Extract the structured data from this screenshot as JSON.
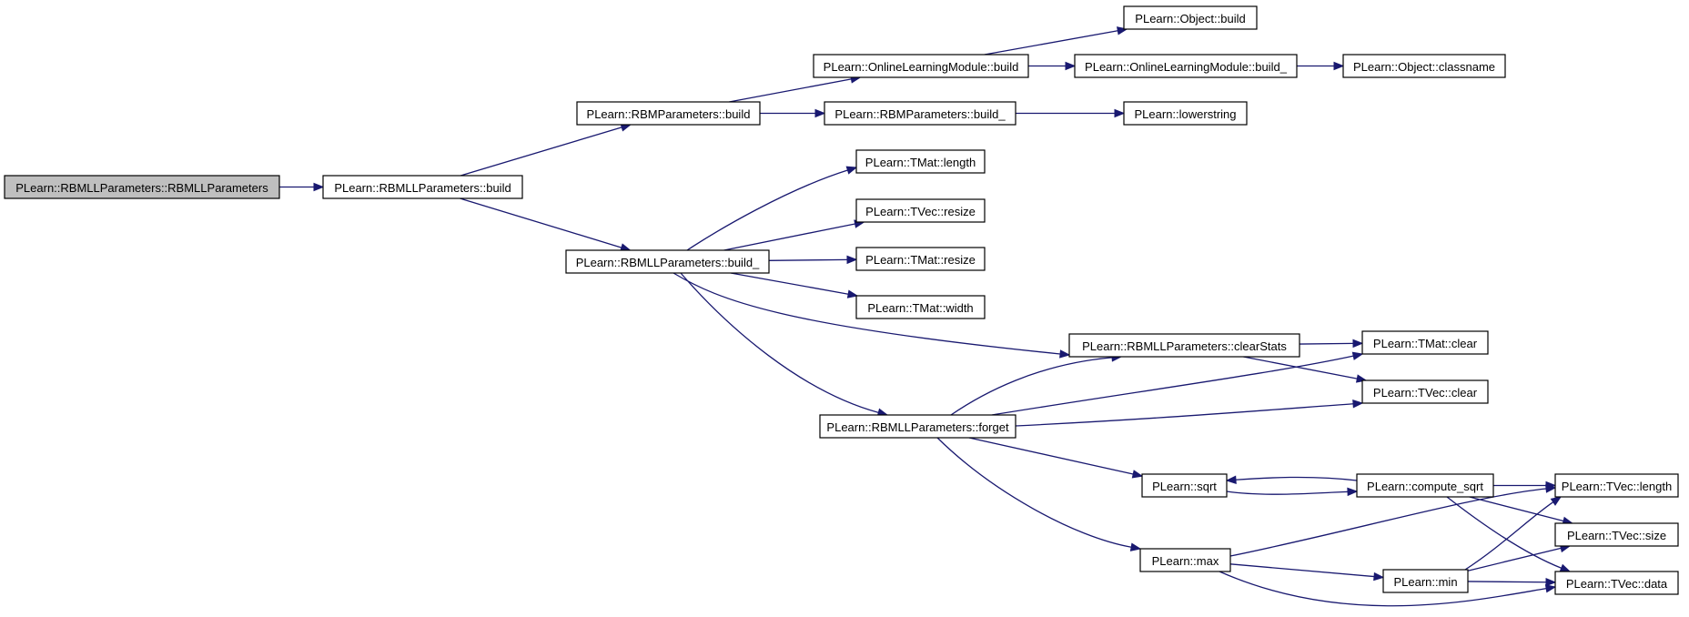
{
  "diagram": {
    "colors": {
      "edge": "#191970",
      "current_node_fill": "#bfbfbf",
      "node_fill": "#ffffff"
    },
    "nodes": [
      {
        "id": "n0",
        "label": "PLearn::RBMLLParameters::RBMLLParameters",
        "current": true
      },
      {
        "id": "n1",
        "label": "PLearn::RBMLLParameters::build"
      },
      {
        "id": "n2",
        "label": "PLearn::RBMParameters::build"
      },
      {
        "id": "n3",
        "label": "PLearn::RBMLLParameters::build_"
      },
      {
        "id": "n4",
        "label": "PLearn::OnlineLearningModule::build"
      },
      {
        "id": "n5",
        "label": "PLearn::RBMParameters::build_"
      },
      {
        "id": "n6",
        "label": "PLearn::Object::build"
      },
      {
        "id": "n7",
        "label": "PLearn::OnlineLearningModule::build_"
      },
      {
        "id": "n8",
        "label": "PLearn::Object::classname"
      },
      {
        "id": "n9",
        "label": "PLearn::lowerstring"
      },
      {
        "id": "n10",
        "label": "PLearn::TMat::length"
      },
      {
        "id": "n11",
        "label": "PLearn::TVec::resize"
      },
      {
        "id": "n12",
        "label": "PLearn::TMat::resize"
      },
      {
        "id": "n13",
        "label": "PLearn::TMat::width"
      },
      {
        "id": "n14",
        "label": "PLearn::RBMLLParameters::clearStats"
      },
      {
        "id": "n15",
        "label": "PLearn::RBMLLParameters::forget"
      },
      {
        "id": "n16",
        "label": "PLearn::TMat::clear"
      },
      {
        "id": "n17",
        "label": "PLearn::TVec::clear"
      },
      {
        "id": "n18",
        "label": "PLearn::sqrt"
      },
      {
        "id": "n19",
        "label": "PLearn::max"
      },
      {
        "id": "n20",
        "label": "PLearn::compute_sqrt"
      },
      {
        "id": "n21",
        "label": "PLearn::TVec::length"
      },
      {
        "id": "n22",
        "label": "PLearn::TVec::size"
      },
      {
        "id": "n23",
        "label": "PLearn::min"
      },
      {
        "id": "n24",
        "label": "PLearn::TVec::data"
      }
    ],
    "edges": [
      [
        "n0",
        "n1"
      ],
      [
        "n1",
        "n2"
      ],
      [
        "n1",
        "n3"
      ],
      [
        "n2",
        "n4"
      ],
      [
        "n2",
        "n5"
      ],
      [
        "n4",
        "n6"
      ],
      [
        "n4",
        "n7"
      ],
      [
        "n7",
        "n8"
      ],
      [
        "n5",
        "n9"
      ],
      [
        "n3",
        "n10"
      ],
      [
        "n3",
        "n11"
      ],
      [
        "n3",
        "n12"
      ],
      [
        "n3",
        "n13"
      ],
      [
        "n3",
        "n14"
      ],
      [
        "n3",
        "n15"
      ],
      [
        "n14",
        "n16"
      ],
      [
        "n14",
        "n17"
      ],
      [
        "n15",
        "n14"
      ],
      [
        "n15",
        "n16"
      ],
      [
        "n15",
        "n17"
      ],
      [
        "n15",
        "n18"
      ],
      [
        "n15",
        "n19"
      ],
      [
        "n18",
        "n20"
      ],
      [
        "n20",
        "n18"
      ],
      [
        "n20",
        "n21"
      ],
      [
        "n20",
        "n22"
      ],
      [
        "n20",
        "n24"
      ],
      [
        "n19",
        "n21"
      ],
      [
        "n19",
        "n23"
      ],
      [
        "n19",
        "n24"
      ],
      [
        "n23",
        "n21"
      ],
      [
        "n23",
        "n22"
      ],
      [
        "n23",
        "n24"
      ]
    ]
  }
}
